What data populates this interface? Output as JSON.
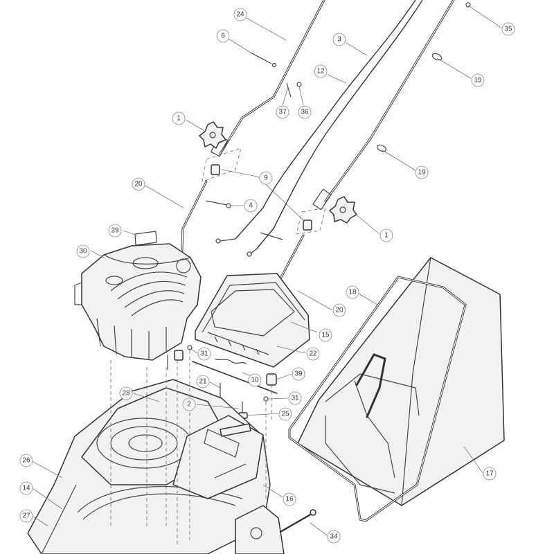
{
  "callouts": [
    {
      "id": "c24a",
      "label": "24"
    },
    {
      "id": "c35",
      "label": "35"
    },
    {
      "id": "c6",
      "label": "6"
    },
    {
      "id": "c3",
      "label": "3"
    },
    {
      "id": "c19a",
      "label": "19"
    },
    {
      "id": "c12",
      "label": "12"
    },
    {
      "id": "c37",
      "label": "37"
    },
    {
      "id": "c36",
      "label": "36"
    },
    {
      "id": "c1a",
      "label": "1"
    },
    {
      "id": "c9",
      "label": "9"
    },
    {
      "id": "c19b",
      "label": "19"
    },
    {
      "id": "c20a",
      "label": "20"
    },
    {
      "id": "c4",
      "label": "4"
    },
    {
      "id": "c1b",
      "label": "1"
    },
    {
      "id": "c29",
      "label": "29"
    },
    {
      "id": "c30",
      "label": "30"
    },
    {
      "id": "c20b",
      "label": "20"
    },
    {
      "id": "c18",
      "label": "18"
    },
    {
      "id": "c15",
      "label": "15"
    },
    {
      "id": "c31a",
      "label": "31"
    },
    {
      "id": "c22",
      "label": "22"
    },
    {
      "id": "c10",
      "label": "10"
    },
    {
      "id": "c39",
      "label": "39"
    },
    {
      "id": "c21",
      "label": "21"
    },
    {
      "id": "c28",
      "label": "28"
    },
    {
      "id": "c31b",
      "label": "31"
    },
    {
      "id": "c2",
      "label": "2"
    },
    {
      "id": "c25",
      "label": "25"
    },
    {
      "id": "c26",
      "label": "26"
    },
    {
      "id": "c14",
      "label": "14"
    },
    {
      "id": "c16",
      "label": "16"
    },
    {
      "id": "c17",
      "label": "17"
    },
    {
      "id": "c27",
      "label": "27"
    },
    {
      "id": "c34",
      "label": "34"
    }
  ]
}
